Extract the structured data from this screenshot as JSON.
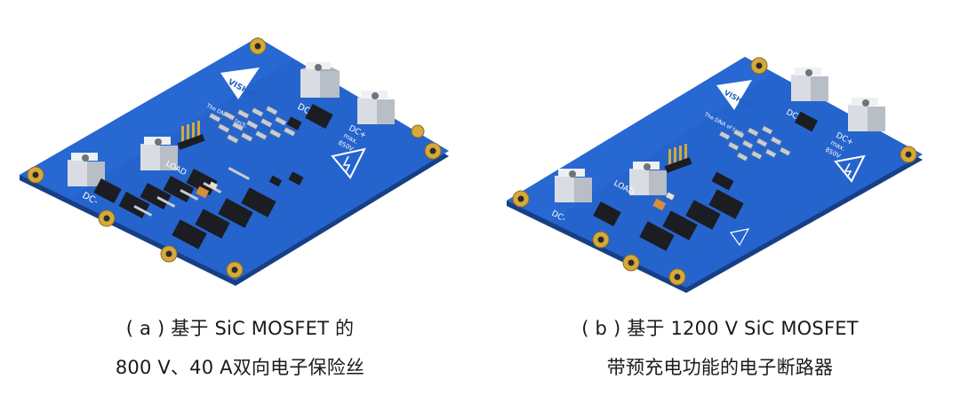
{
  "panels": [
    {
      "board_text": {
        "brand": "VISHAY",
        "tagline": "The DNA of tech.",
        "dc_minus_top": "DC-",
        "dc_plus": "DC+",
        "dc_max": "max.",
        "dc_voltage": "850V",
        "dc_minus_bottom": "DC-",
        "load": "LOAD"
      },
      "caption_line1": "( a ) 基于  SiC MOSFET 的",
      "caption_line2": "800 V、40 A双向电子保险丝"
    },
    {
      "board_text": {
        "brand": "VISHAY",
        "tagline": "The DNA of tech.",
        "dc_minus_top": "DC-",
        "dc_plus": "DC+",
        "dc_max": "max.",
        "dc_voltage": "850V",
        "dc_minus_bottom": "DC-",
        "load": "LOAD"
      },
      "caption_line1": "( b ) 基于 1200 V SiC MOSFET",
      "caption_line2": "带预充电功能的电子断路器"
    }
  ],
  "colors": {
    "pcb_blue": "#1f5fc4",
    "pcb_edge": "#173f86",
    "gold_pad": "#d6a93a",
    "terminal_silver": "#d9dde3",
    "component_black": "#1b1d22"
  }
}
